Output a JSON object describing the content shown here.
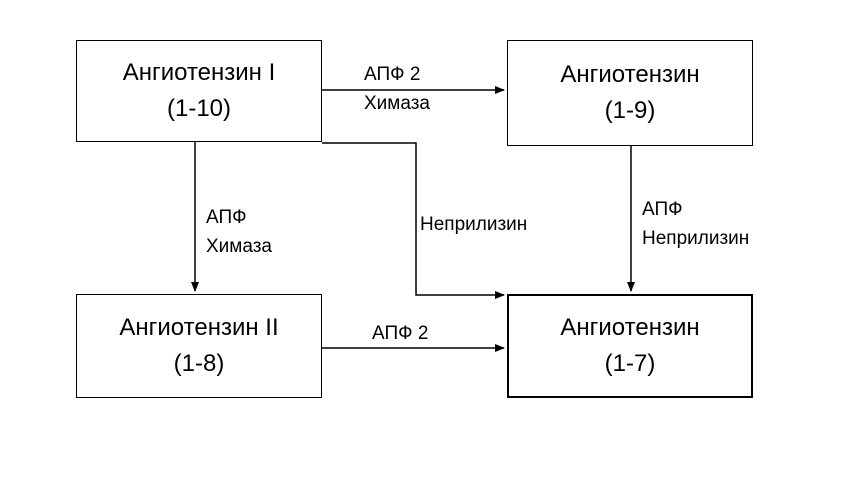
{
  "nodes": {
    "ang1": {
      "name": "Ангиотензин I",
      "range": "(1-10)"
    },
    "ang19": {
      "name": "Ангиотензин",
      "range": "(1-9)"
    },
    "ang2": {
      "name": "Ангиотензин II",
      "range": "(1-8)"
    },
    "ang17": {
      "name": "Ангиотензин",
      "range": "(1-7)"
    }
  },
  "edges": {
    "ang1_to_ang19": {
      "line1": "АПФ 2",
      "line2": "Химаза"
    },
    "ang1_to_ang2": {
      "line1": "АПФ",
      "line2": "Химаза"
    },
    "ang1_to_ang17": {
      "line1": "Неприлизин"
    },
    "ang19_to_ang17": {
      "line1": "АПФ",
      "line2": "Неприлизин"
    },
    "ang2_to_ang17": {
      "line1": "АПФ 2"
    }
  }
}
